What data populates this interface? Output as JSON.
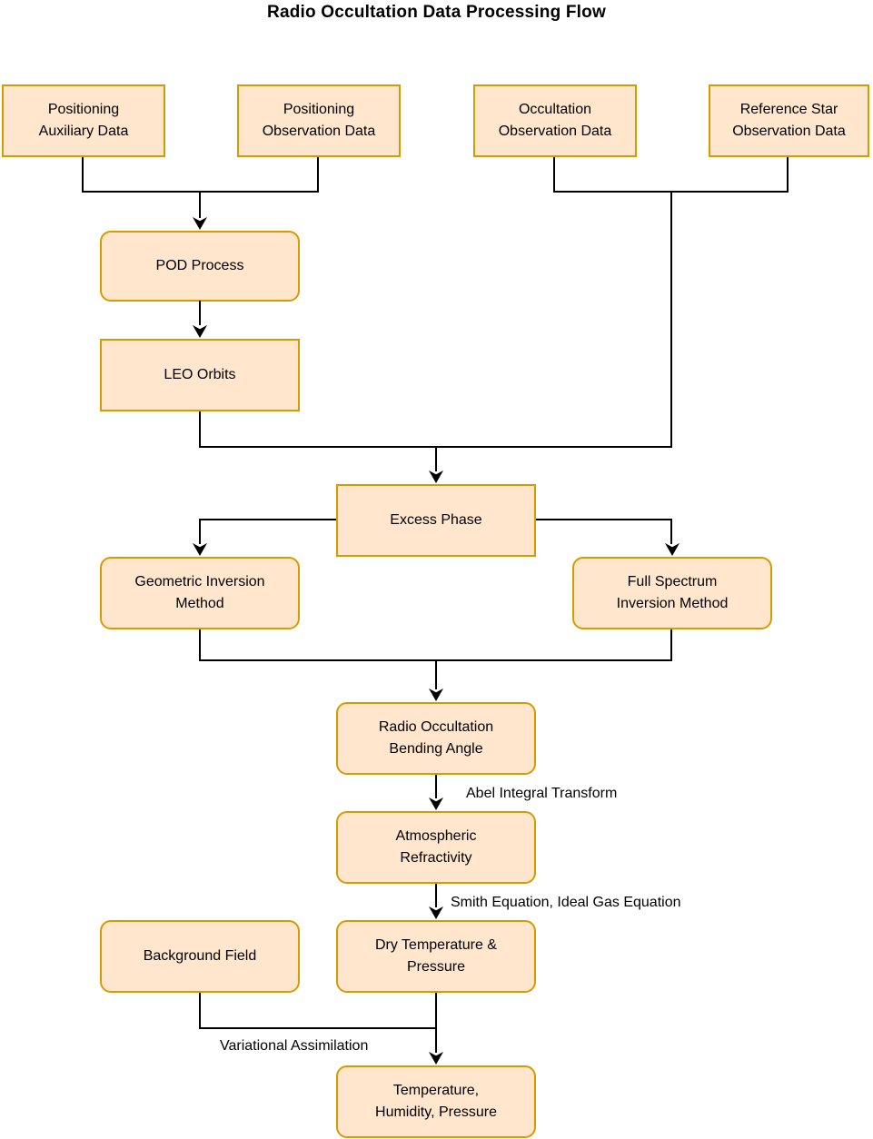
{
  "title": "Radio Occultation Data Processing Flow",
  "colors": {
    "node_fill": "#FFE6CC",
    "node_border": "#D79B00",
    "line": "#000000",
    "text": "#000000"
  },
  "nodes": {
    "positioning_auxiliary": {
      "label": "Positioning\nAuxiliary Data"
    },
    "positioning_observation": {
      "label": "Positioning\nObservation Data"
    },
    "occultation_observation": {
      "label": "Occultation\nObservation Data"
    },
    "reference_star": {
      "label": "Reference Star\nObservation Data"
    },
    "pod": {
      "label": "POD Process"
    },
    "leo": {
      "label": "LEO Orbits"
    },
    "excess_phase": {
      "label": "Excess Phase"
    },
    "geometric_inversion": {
      "label": "Geometric Inversion\nMethod"
    },
    "full_spectrum_inversion": {
      "label": "Full Spectrum\nInversion Method"
    },
    "bending_angle": {
      "label": "Radio Occultation\nBending Angle"
    },
    "atmospheric_refractivity": {
      "label": "Atmospheric\nRefractivity"
    },
    "background_field": {
      "label": "Background Field"
    },
    "dry_temperature": {
      "label": "Dry Temperature &\nPressure"
    },
    "temperature_humidity": {
      "label": "Temperature,\nHumidity, Pressure"
    }
  },
  "edge_labels": {
    "abel": "Abel Integral Transform",
    "smith": "Smith Equation, Ideal Gas Equation",
    "variational": "Variational Assimilation"
  }
}
